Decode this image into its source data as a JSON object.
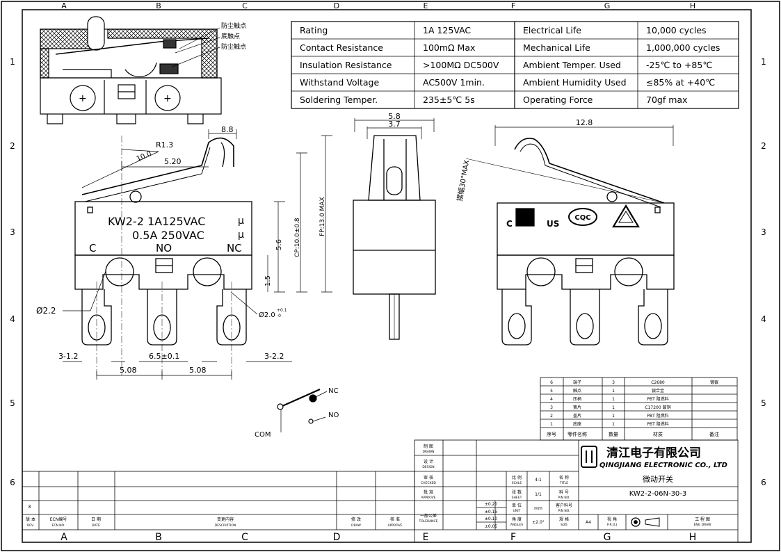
{
  "border": {
    "columns": [
      "A",
      "B",
      "C",
      "D",
      "E",
      "F",
      "G",
      "H"
    ],
    "rows": [
      "1",
      "2",
      "3",
      "4",
      "5",
      "6"
    ]
  },
  "specs": [
    {
      "label": "Rating",
      "value": "1A  125VAC",
      "label2": "Electrical Life",
      "value2": "10,000 cycles"
    },
    {
      "label": "Contact Resistance",
      "value": "100mΩ Max",
      "label2": "Mechanical Life",
      "value2": "1,000,000 cycles"
    },
    {
      "label": "Insulation Resistance",
      "value": ">100MΩ DC500V",
      "label2": "Ambient Temper. Used",
      "value2": "-25℃ to +85℃"
    },
    {
      "label": "Withstand Voltage",
      "value": "AC500V  1min.",
      "label2": "Ambient Humidity Used",
      "value2": "≤85% at +40℃"
    },
    {
      "label": "Soldering Temper.",
      "value": "235±5℃ 5s",
      "label2": "Operating Force",
      "value2": "70gf max"
    }
  ],
  "section": {
    "callouts": [
      "防尘触点",
      "底触点",
      "防尘触点"
    ]
  },
  "front": {
    "model_line1": "KW2-2  1A125VAC",
    "model_line2": "0.5A 250VAC",
    "mark": "μ",
    "pin_c": "C",
    "pin_no": "NO",
    "pin_nc": "NC",
    "dims": {
      "r13": "R1.3",
      "d88": "8.8",
      "d100": "10.0",
      "d520": "5.20",
      "d56": "5.6",
      "d15": "1.5",
      "cp": "CP:10.0±0.8",
      "fp": "FP:13.0 MAX",
      "phi22": "Ø2.2",
      "phi20": "Ø2.0",
      "phi20_tol_up": "+0.1",
      "phi20_tol_dn": "-0",
      "d312": "3-1.2",
      "d65": "6.5±0.1",
      "d322": "3-2.2",
      "d508a": "5.08",
      "d508b": "5.08"
    }
  },
  "side": {
    "d58": "5.8",
    "d37": "3.7"
  },
  "back": {
    "d128": "12.8",
    "angle": "摆幅30°MAX",
    "cert_c": "C",
    "cert_us": "US",
    "cert_cqc": "CQC"
  },
  "schematic": {
    "nc": "NC",
    "no": "NO",
    "com": "COM"
  },
  "bom": {
    "rows": [
      [
        "6",
        "端子",
        "3",
        "C2680",
        "镀银"
      ],
      [
        "5",
        "触点",
        "1",
        "银合金",
        ""
      ],
      [
        "4",
        "压柄",
        "1",
        "PBT  阻燃料",
        ""
      ],
      [
        "3",
        "簧片",
        "1",
        "C17200 鈹铜",
        ""
      ],
      [
        "2",
        "盖片",
        "1",
        "PBT  阻燃料",
        ""
      ],
      [
        "1",
        "底座",
        "1",
        "PBT  阻燃料",
        ""
      ]
    ],
    "header": [
      "序号",
      "零件名称",
      "数量",
      "材质",
      "备注"
    ]
  },
  "title_block": {
    "company_cn": "清江电子有限公司",
    "company_en": "QINGJIANG ELECTRONIC CO., LTD",
    "part_name": "微动开关",
    "part_no": "KW2-2-06N-30-3",
    "drawn": "制 图",
    "drawn_en": "DRAWN",
    "design": "设 计",
    "design_en": "DESIGN",
    "checked": "审 核",
    "checked_en": "CHECKED",
    "approved": "批 准",
    "approved_en": "APPROVE",
    "tolerance": "一般公差",
    "tolerance_en": "TOLERANCE",
    "tol1": "±0.20",
    "tol2": "±0.15",
    "tol3": "±0.10",
    "tol4": "±0.05",
    "scale": "比 例",
    "scale_en": "SCALE",
    "scale_val": "4:1",
    "sheet": "张 数",
    "sheet_en": "SHEET",
    "sheet_val": "1/1",
    "unit": "单 位",
    "unit_en": "UNIT",
    "unit_val": "mm",
    "angles": "角 度",
    "angles_en": "ANGLES",
    "angles_val": "±2.0°",
    "title": "名 称",
    "title_en": "TITLE",
    "pn": "料 号",
    "pn_en": "P/N NO.",
    "cust_pn": "客户料号",
    "cust_pn_en": "P/N NO.",
    "size": "规 格",
    "size_en": "SIZE",
    "size_val": "A4",
    "proj": "视 角",
    "proj_en": "P.R.O.J",
    "eng": "工 程 图",
    "eng_en": "ENG DRAW",
    "rev_no": "3",
    "rev_hdr": [
      "版 本",
      "ECN编号",
      "日 期",
      "变更内容",
      "修 改",
      "核 准"
    ],
    "rev_hdr_en": [
      "REV.",
      "ECN NO.",
      "DATE",
      "DESCRIPTION",
      "DRAW",
      "APPROVE"
    ]
  }
}
